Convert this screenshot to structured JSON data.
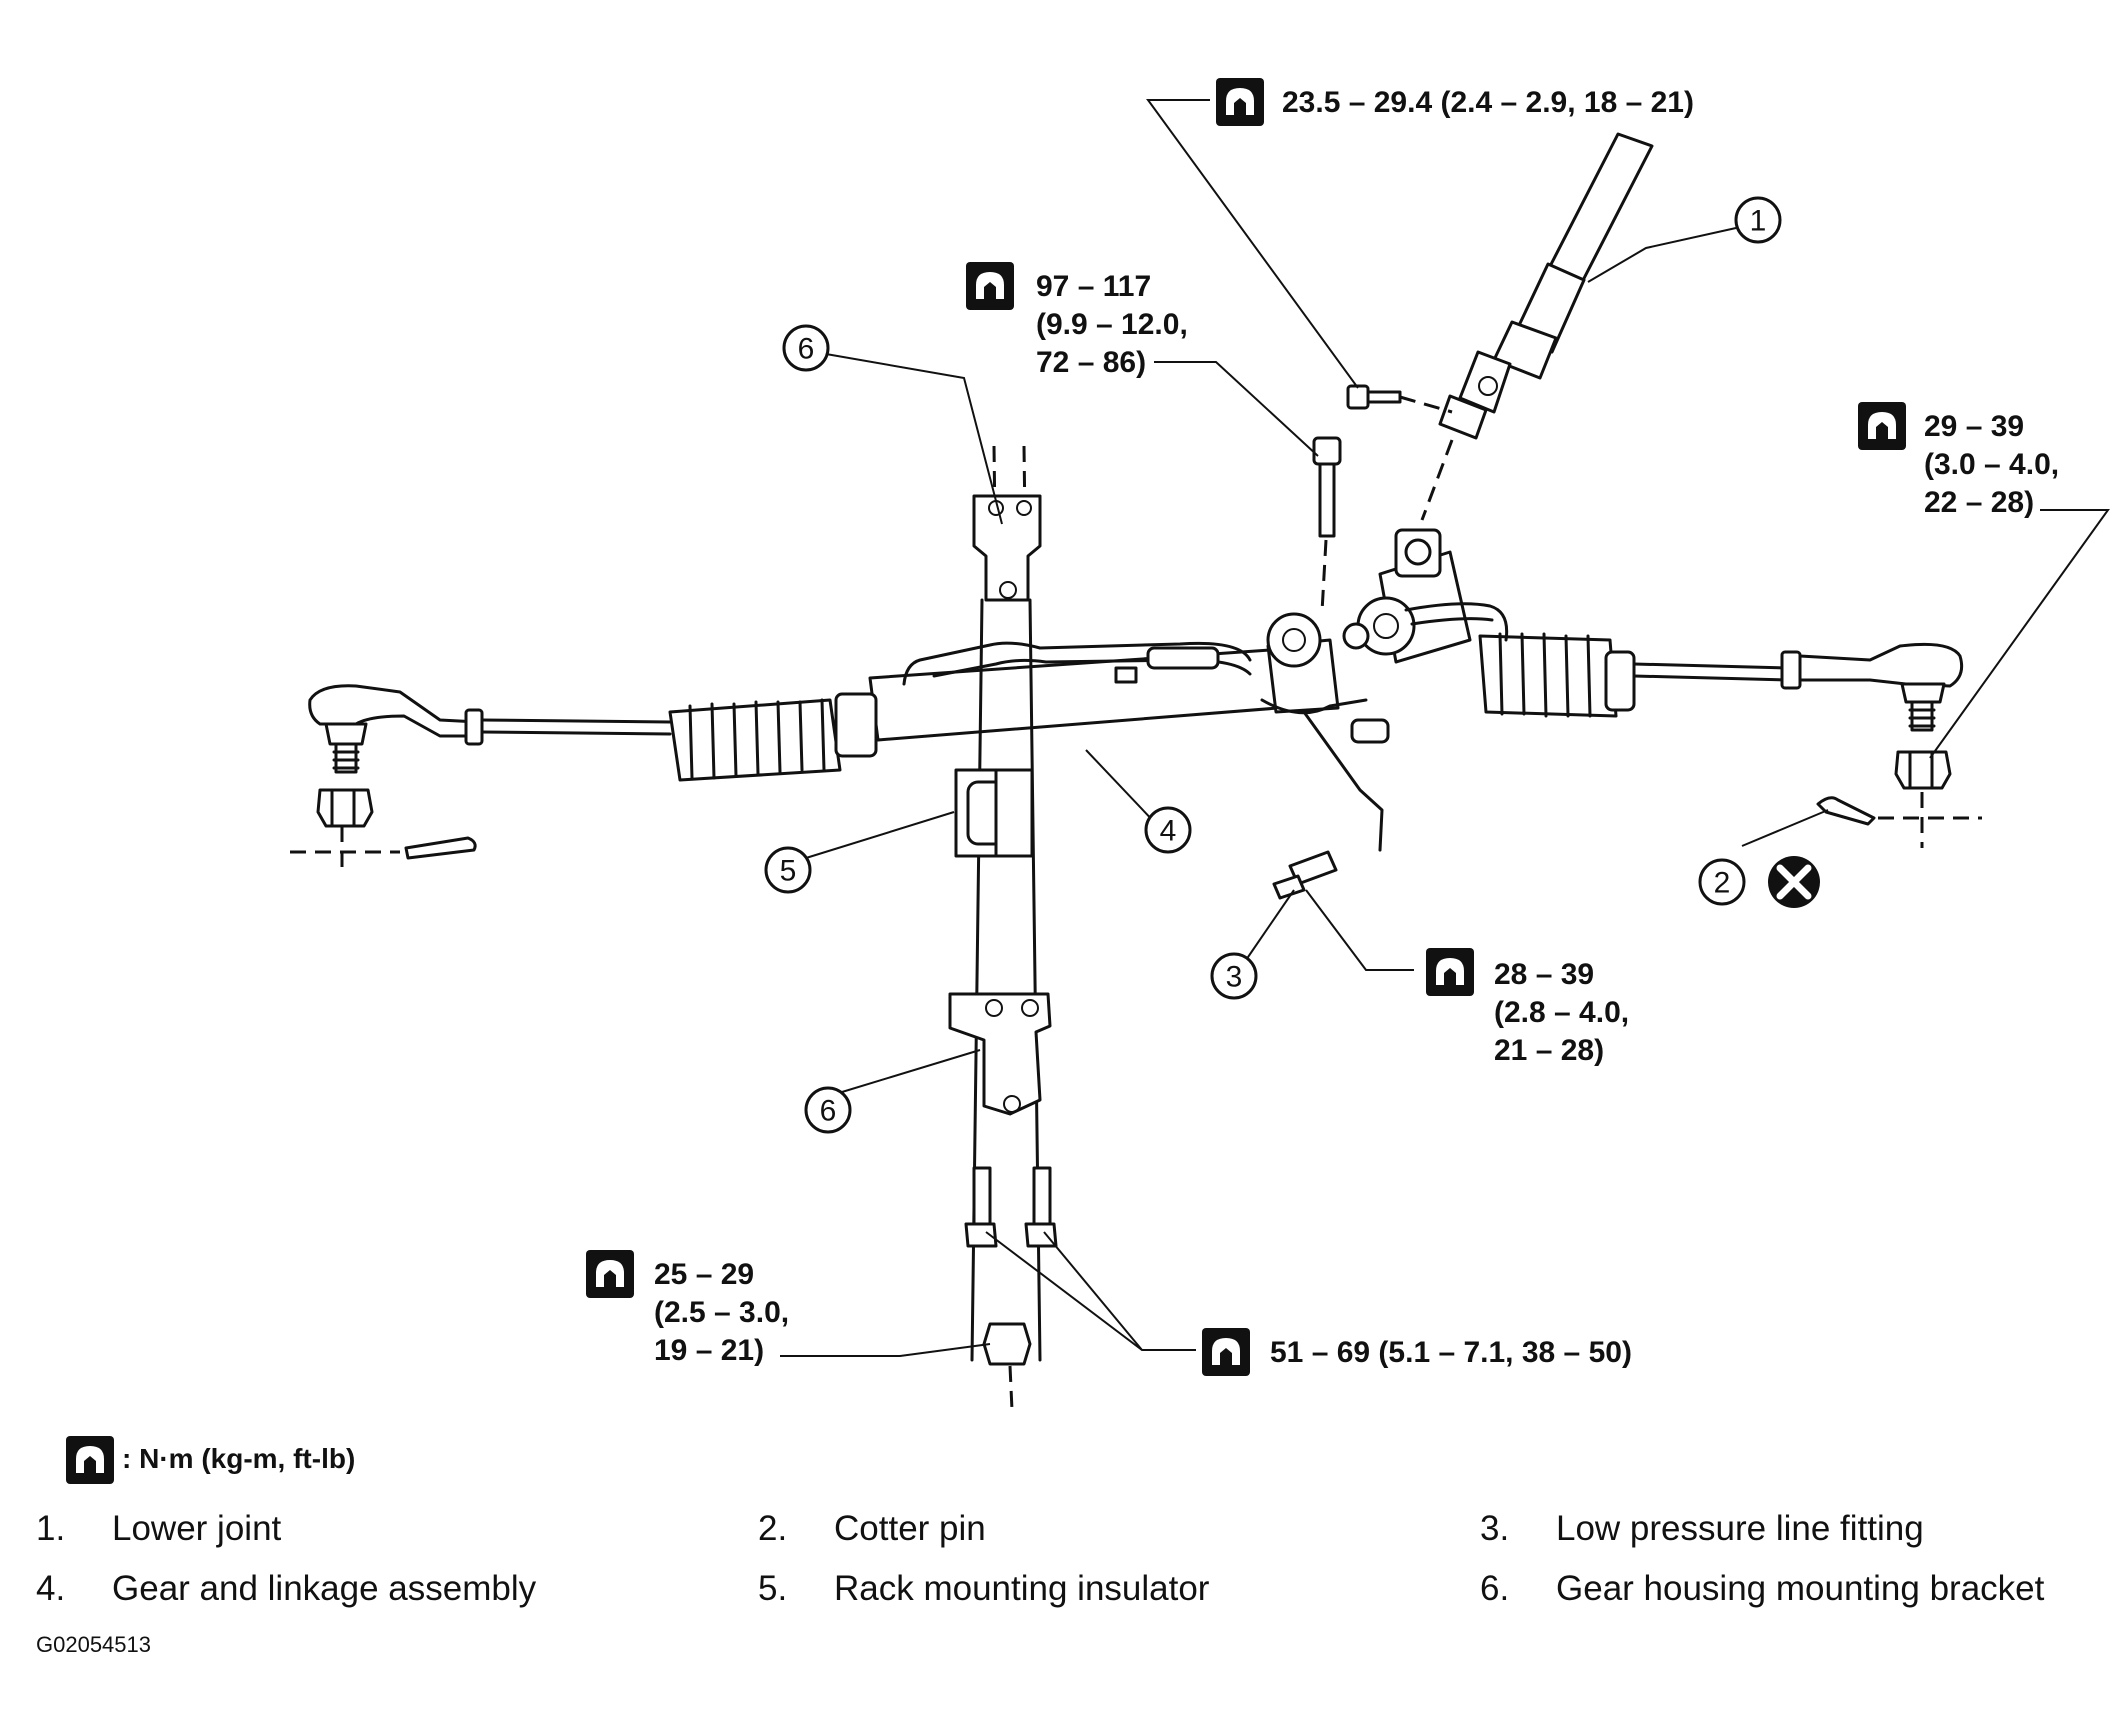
{
  "callouts": [
    "1",
    "2",
    "3",
    "4",
    "5",
    "6",
    "6"
  ],
  "torques": {
    "t_lower_joint": [
      "23.5 – 29.4 (2.4 – 2.9, 18 – 21)"
    ],
    "t_center": [
      "97 – 117",
      "(9.9 – 12.0,",
      "72 – 86)"
    ],
    "t_right_tie": [
      "29 – 39",
      "(3.0 – 4.0,",
      "22 – 28)"
    ],
    "t_fitting": [
      "28 – 39",
      "(2.8 – 4.0,",
      "21 – 28)"
    ],
    "t_bolt_low": [
      "25 – 29",
      "(2.5 – 3.0,",
      "19 – 21)"
    ],
    "t_bracket": [
      "51 – 69 (5.1 – 7.1, 38 – 50)"
    ]
  },
  "legend": ": N·m (kg-m, ft-lb)",
  "items": [
    {
      "num": "1.",
      "label": "Lower joint"
    },
    {
      "num": "2.",
      "label": "Cotter pin"
    },
    {
      "num": "3.",
      "label": "Low pressure line fitting"
    },
    {
      "num": "4.",
      "label": "Gear and linkage assembly"
    },
    {
      "num": "5.",
      "label": "Rack mounting insulator"
    },
    {
      "num": "6.",
      "label": "Gear housing mounting bracket"
    }
  ],
  "figure_code": "G02054513",
  "icons": {
    "torque": "wrench-icon",
    "do-not-reuse": "x-circle-icon"
  }
}
